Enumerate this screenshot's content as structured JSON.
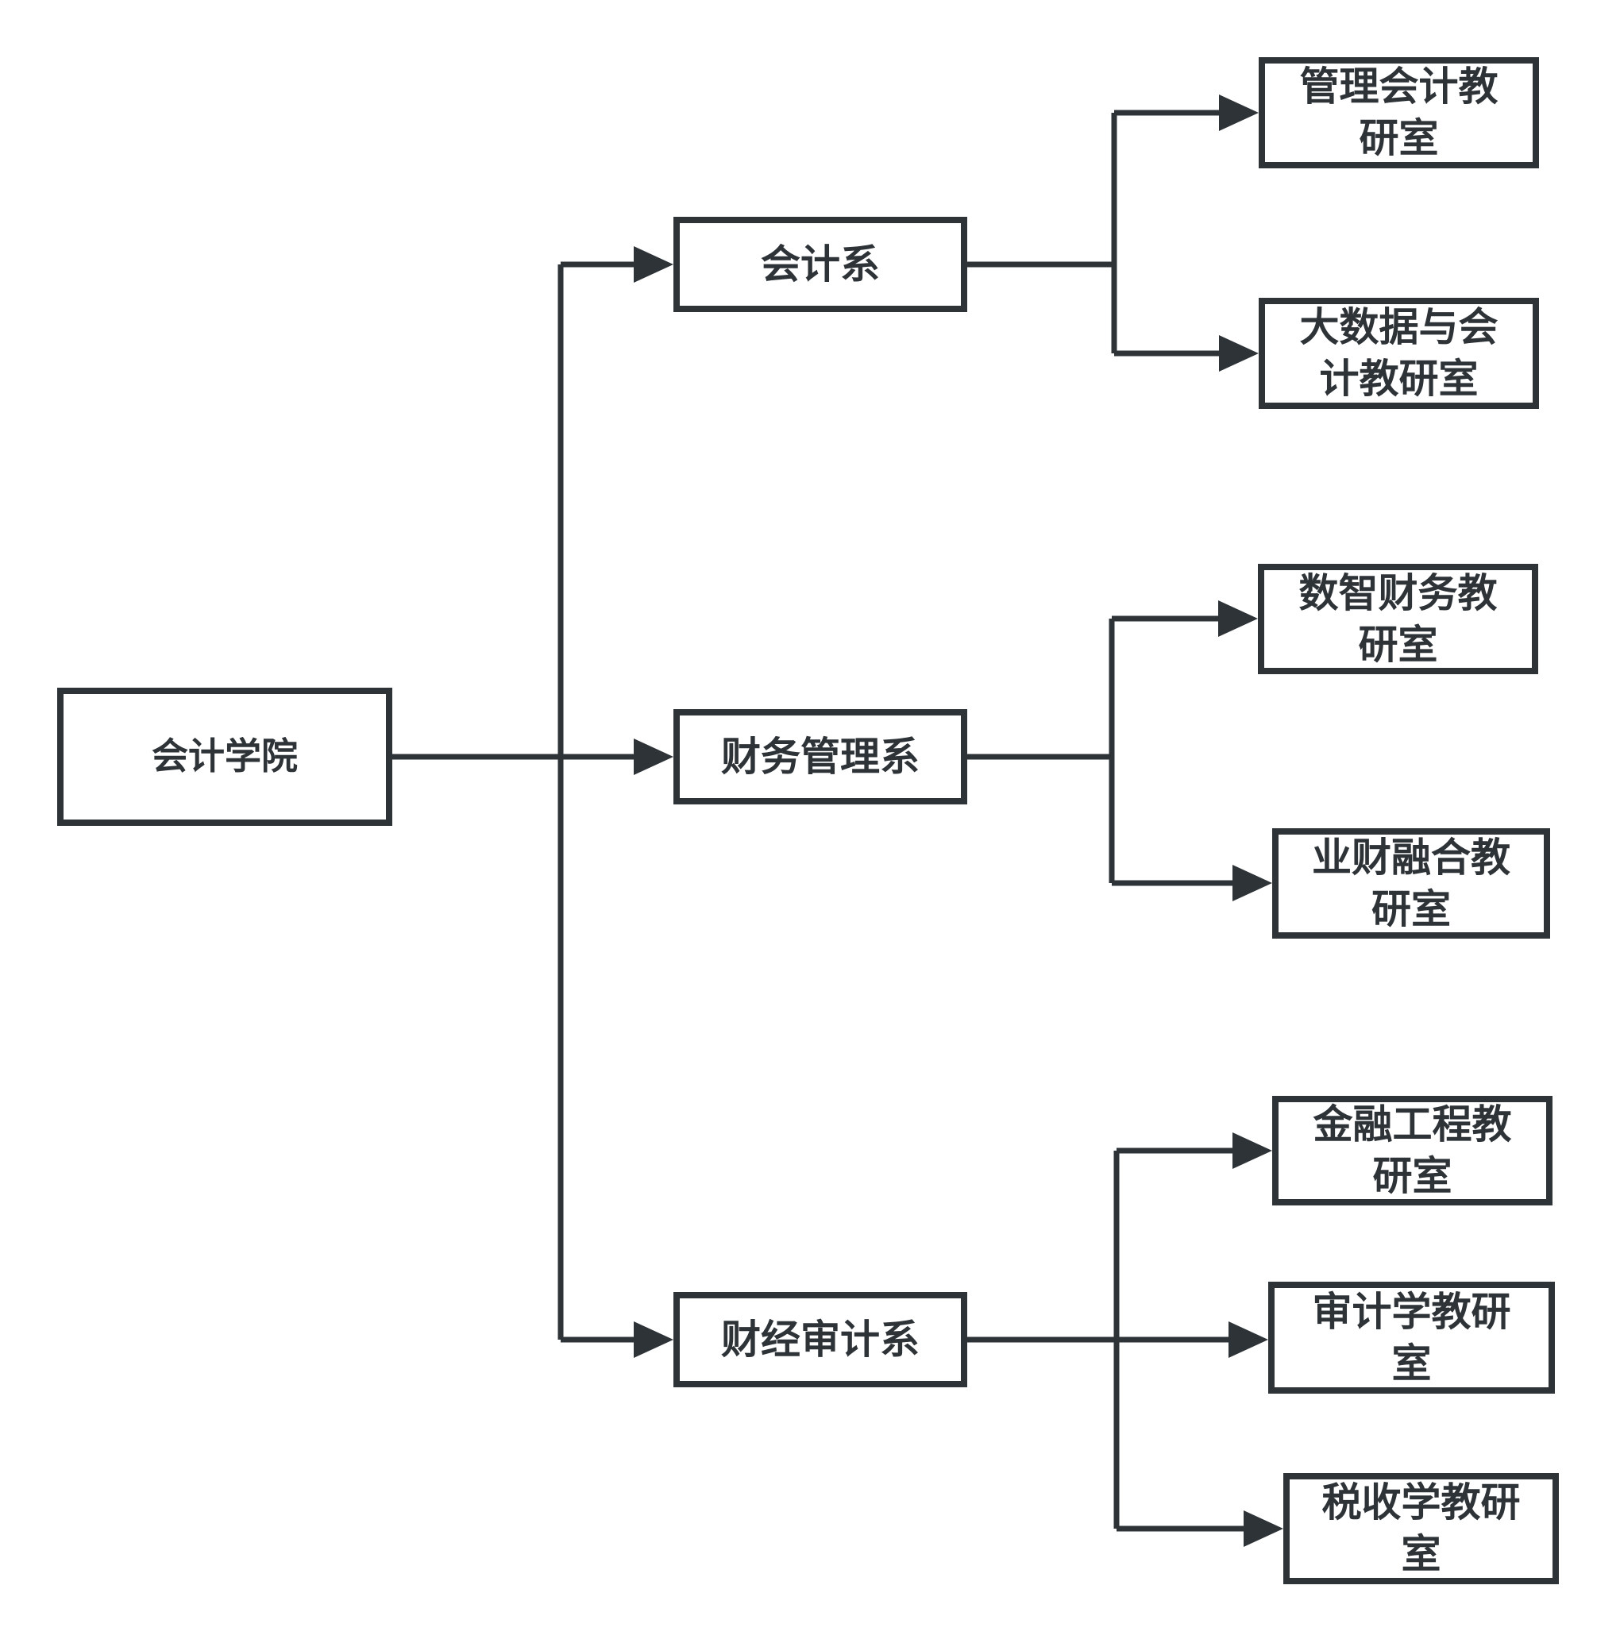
{
  "diagram": {
    "root": {
      "label": "会计学院"
    },
    "departments": [
      {
        "label": "会计系",
        "children": [
          {
            "label": "管理会计教研室"
          },
          {
            "label": "大数据与会计教研室"
          }
        ]
      },
      {
        "label": "财务管理系",
        "children": [
          {
            "label": "数智财务教研室"
          },
          {
            "label": "业财融合教研室"
          }
        ]
      },
      {
        "label": "财经审计系",
        "children": [
          {
            "label": "金融工程教研室"
          },
          {
            "label": "审计学教研室"
          },
          {
            "label": "税收学教研室"
          }
        ]
      }
    ],
    "colors": {
      "line": "#2e3338",
      "text": "#2e3338",
      "node_background": "#ffffff",
      "canvas_background": "#ffffff"
    }
  }
}
